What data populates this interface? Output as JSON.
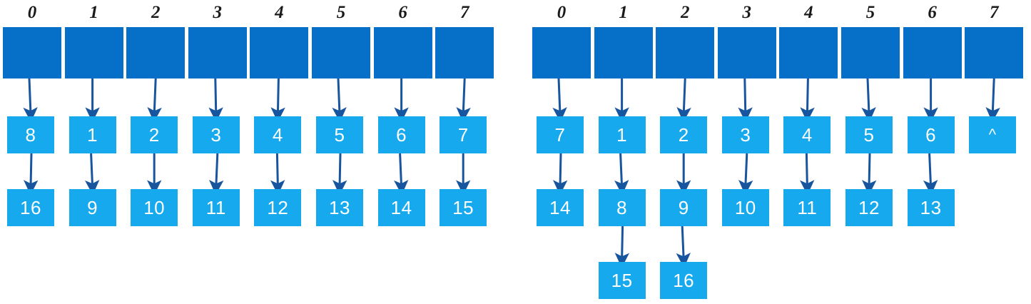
{
  "diagram": {
    "title": "hash-table-chaining-comparison",
    "background_color": "#ffffff",
    "colors": {
      "bucket_bar": "#0670C8",
      "node_box": "#17A9EE",
      "arrow": "#17559E",
      "node_text": "#ffffff",
      "index_text": "#1a1a1a"
    },
    "tables": [
      {
        "name": "left-table",
        "indices": [
          "0",
          "1",
          "2",
          "3",
          "4",
          "5",
          "6",
          "7"
        ],
        "bucket_count": 8,
        "chains": [
          {
            "index": "0",
            "nodes": [
              "8",
              "16"
            ]
          },
          {
            "index": "1",
            "nodes": [
              "1",
              "9"
            ]
          },
          {
            "index": "2",
            "nodes": [
              "2",
              "10"
            ]
          },
          {
            "index": "3",
            "nodes": [
              "3",
              "11"
            ]
          },
          {
            "index": "4",
            "nodes": [
              "4",
              "12"
            ]
          },
          {
            "index": "5",
            "nodes": [
              "5",
              "13"
            ]
          },
          {
            "index": "6",
            "nodes": [
              "6",
              "14"
            ]
          },
          {
            "index": "7",
            "nodes": [
              "7",
              "15"
            ]
          }
        ]
      },
      {
        "name": "right-table",
        "indices": [
          "0",
          "1",
          "2",
          "3",
          "4",
          "5",
          "6",
          "7"
        ],
        "bucket_count": 8,
        "chains": [
          {
            "index": "0",
            "nodes": [
              "7",
              "14"
            ]
          },
          {
            "index": "1",
            "nodes": [
              "1",
              "8",
              "15"
            ]
          },
          {
            "index": "2",
            "nodes": [
              "2",
              "9",
              "16"
            ]
          },
          {
            "index": "3",
            "nodes": [
              "3",
              "10"
            ]
          },
          {
            "index": "4",
            "nodes": [
              "4",
              "11"
            ]
          },
          {
            "index": "5",
            "nodes": [
              "5",
              "12"
            ]
          },
          {
            "index": "6",
            "nodes": [
              "6",
              "13"
            ]
          },
          {
            "index": "7",
            "nodes": [
              "^"
            ]
          }
        ]
      }
    ]
  }
}
